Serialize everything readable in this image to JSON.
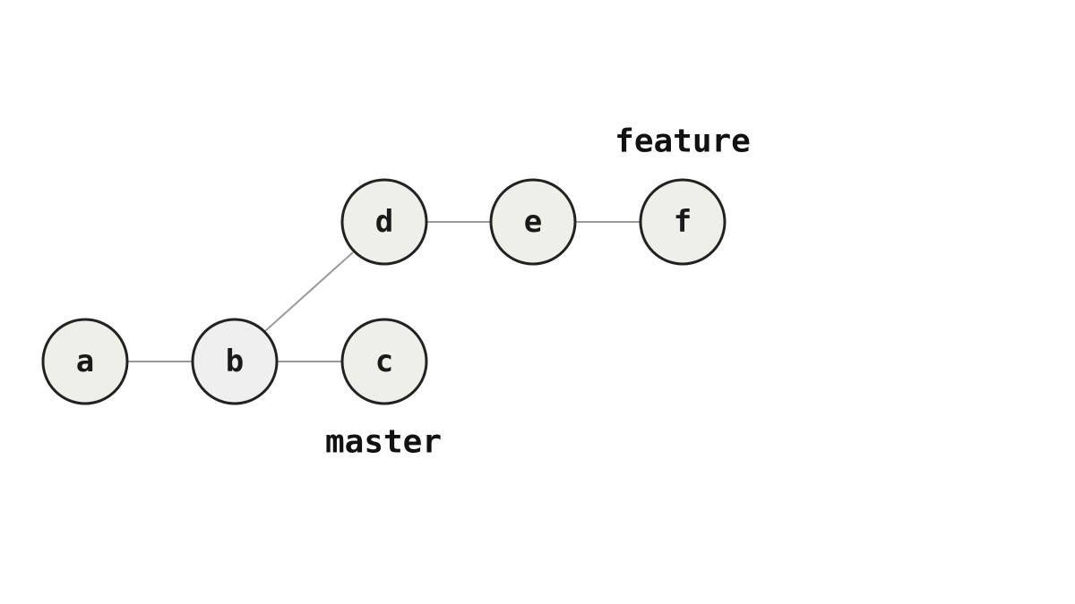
{
  "diagram": {
    "commits": [
      {
        "id": "a",
        "label": "a"
      },
      {
        "id": "b",
        "label": "b"
      },
      {
        "id": "c",
        "label": "c"
      },
      {
        "id": "d",
        "label": "d"
      },
      {
        "id": "e",
        "label": "e"
      },
      {
        "id": "f",
        "label": "f"
      }
    ],
    "edges": [
      {
        "from": "a",
        "to": "b"
      },
      {
        "from": "b",
        "to": "c"
      },
      {
        "from": "b",
        "to": "d"
      },
      {
        "from": "d",
        "to": "e"
      },
      {
        "from": "e",
        "to": "f"
      }
    ],
    "branches": [
      {
        "name": "feature",
        "points_to": "f"
      },
      {
        "name": "master",
        "points_to": "c"
      }
    ],
    "colors": {
      "node_fill": "#efefea",
      "node_stroke": "#222222",
      "edge": "#9a9a9a",
      "text": "#111111"
    }
  }
}
